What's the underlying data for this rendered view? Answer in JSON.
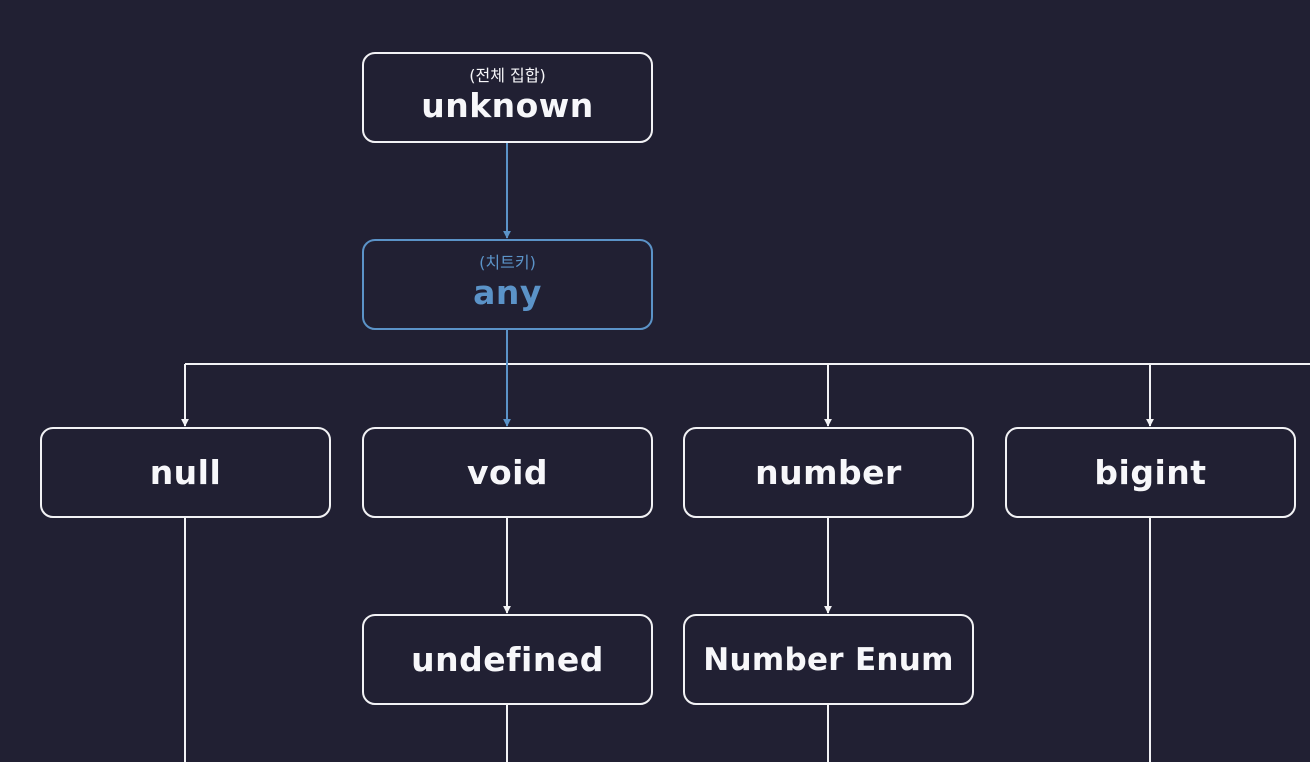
{
  "colors": {
    "background": "#212033",
    "line": "#f2f2f5",
    "highlight": "#5b93c8"
  },
  "nodes": {
    "unknown": {
      "sub": "(전체 집합)",
      "label": "unknown"
    },
    "any": {
      "sub": "(치트키)",
      "label": "any"
    },
    "null": {
      "label": "null"
    },
    "void": {
      "label": "void"
    },
    "number": {
      "label": "number"
    },
    "bigint": {
      "label": "bigint"
    },
    "undefined": {
      "label": "undefined"
    },
    "number_enum": {
      "label": "Number Enum"
    }
  }
}
